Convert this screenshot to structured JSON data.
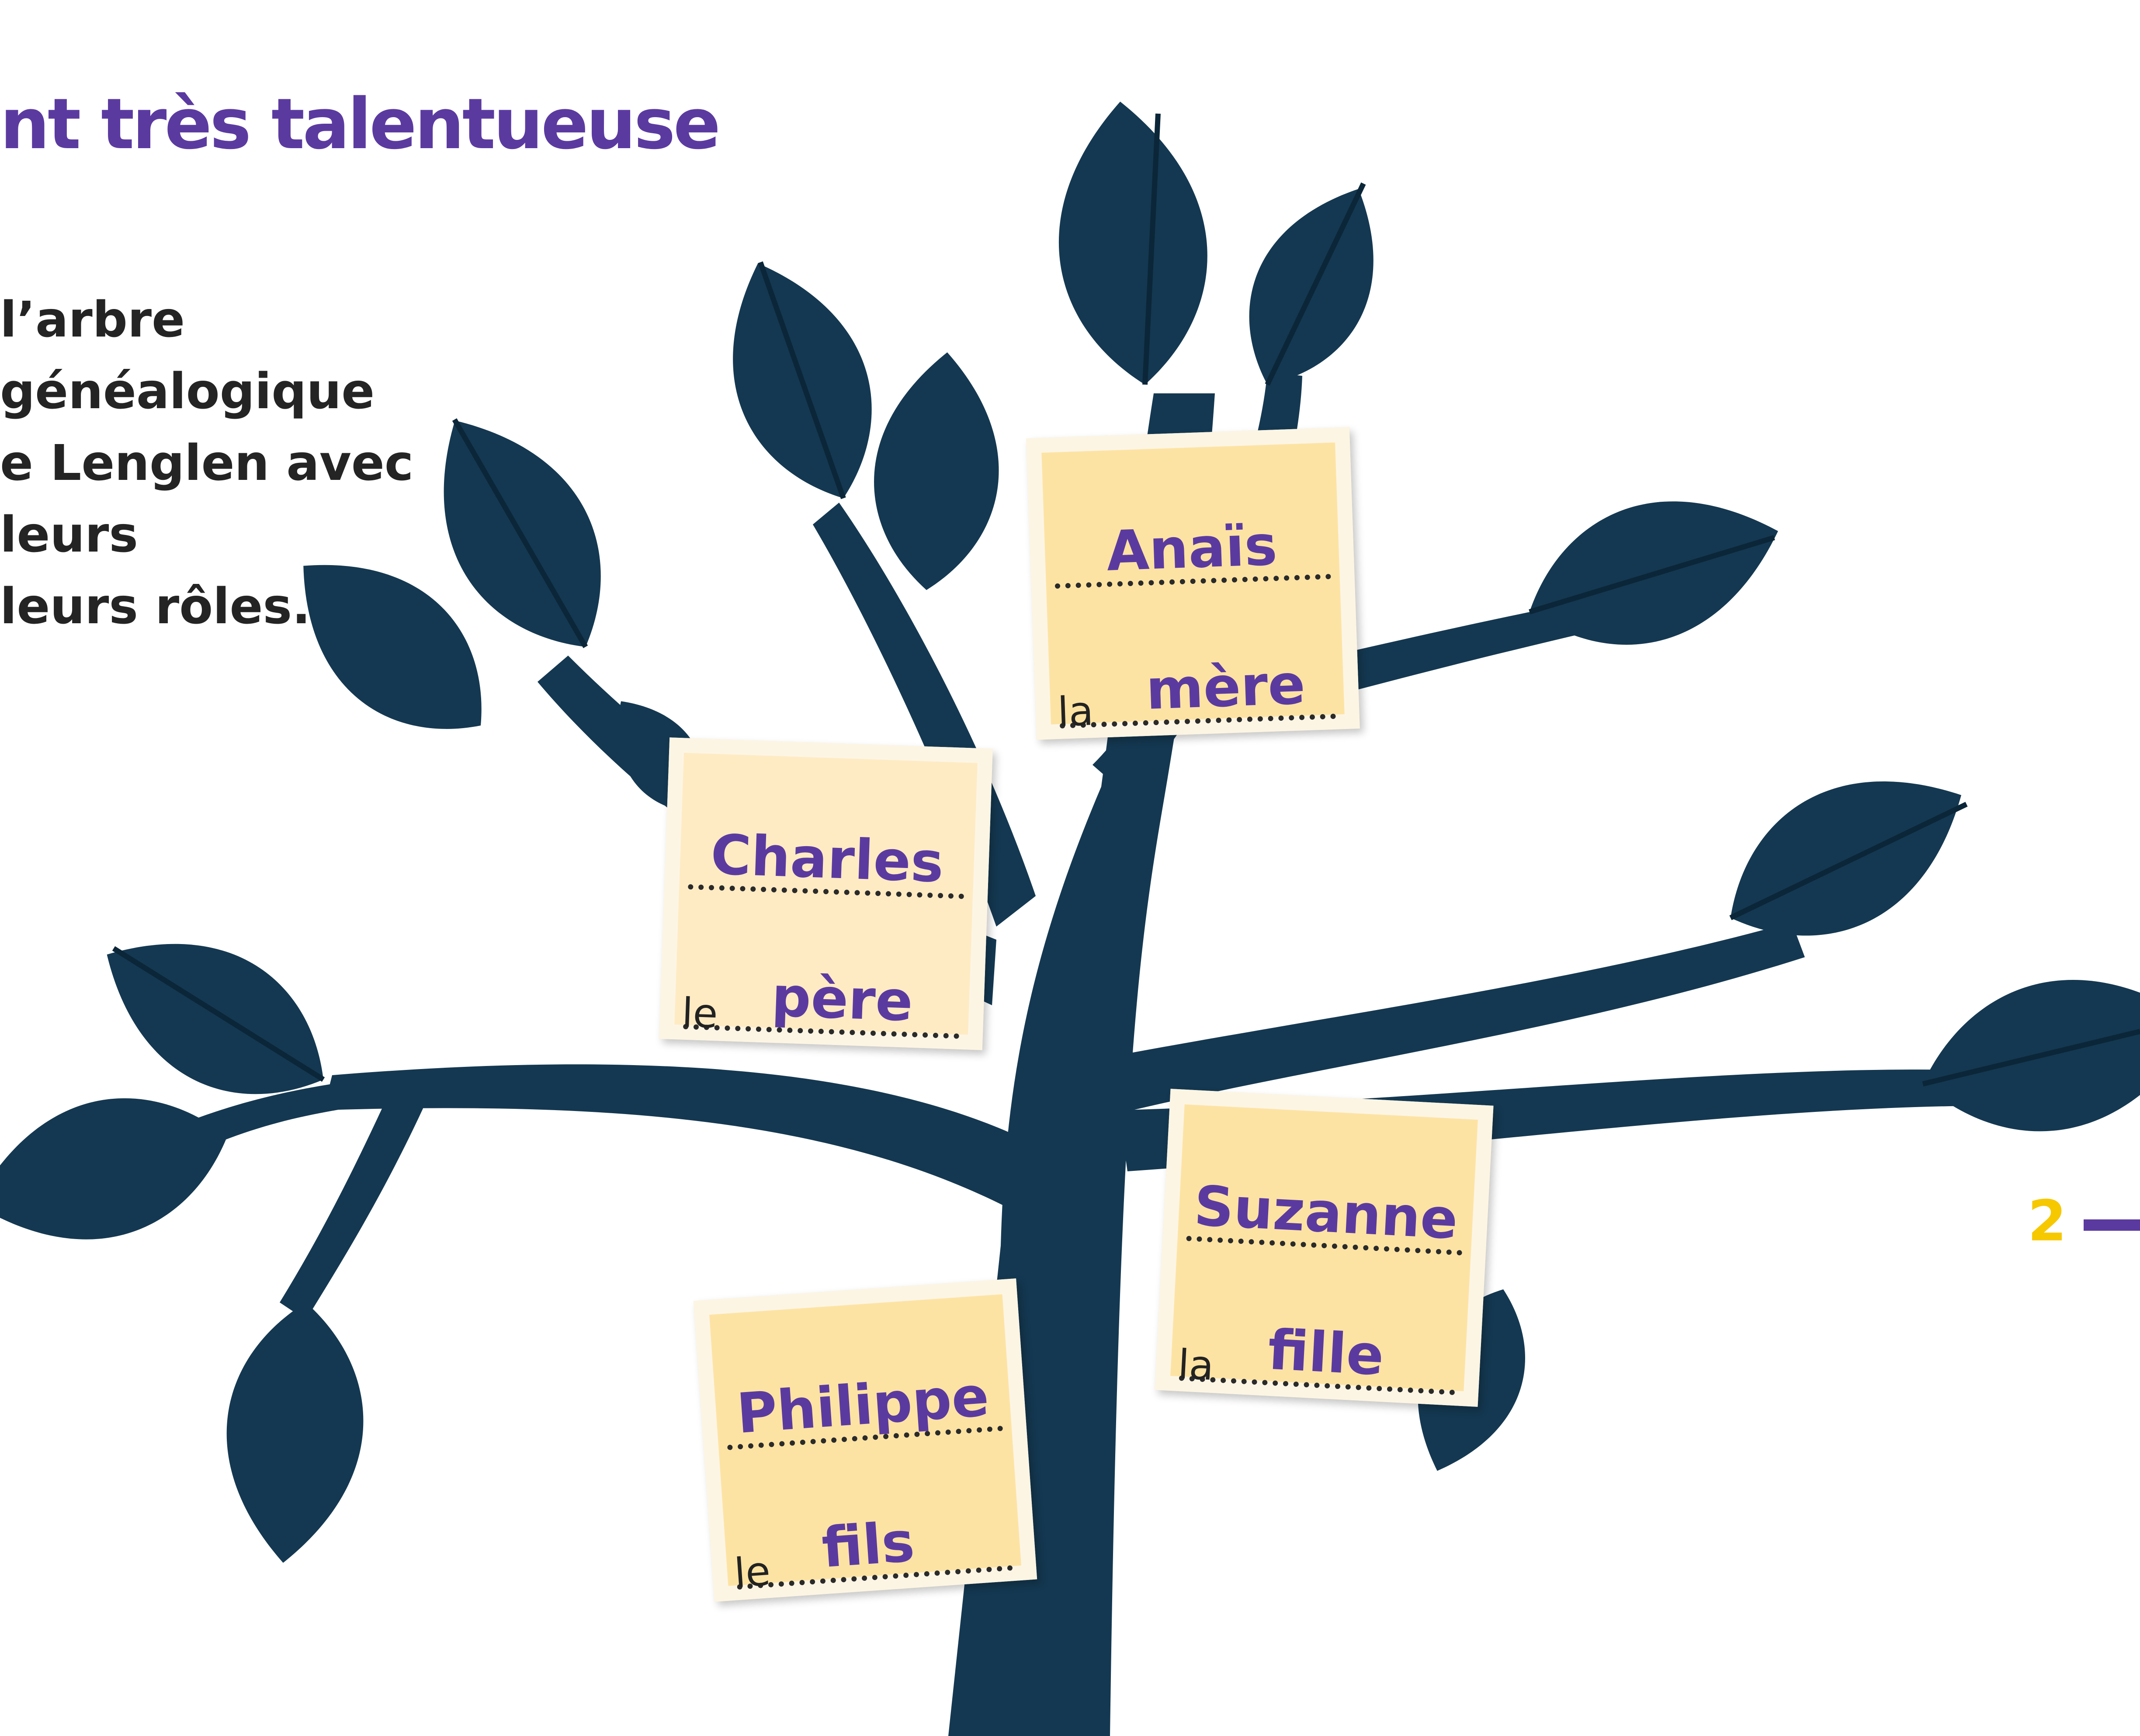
{
  "header": {
    "title": "nt très talentueuse",
    "instruction": "l’arbre généalogique\ne Lenglen avec leurs\nleurs rôles."
  },
  "tree": {
    "color": "#143851",
    "cards": [
      {
        "name": "Anaïs",
        "article": "la",
        "role": "mère"
      },
      {
        "name": "Charles",
        "article": "le",
        "role": "père"
      },
      {
        "name": "Suzanne",
        "article": "la",
        "role": "fille"
      },
      {
        "name": "Philippe",
        "article": "le",
        "role": "fils"
      }
    ]
  },
  "footer": {
    "page_number": "2",
    "accent_color": "#5b3aa0",
    "number_color": "#f6c800"
  }
}
